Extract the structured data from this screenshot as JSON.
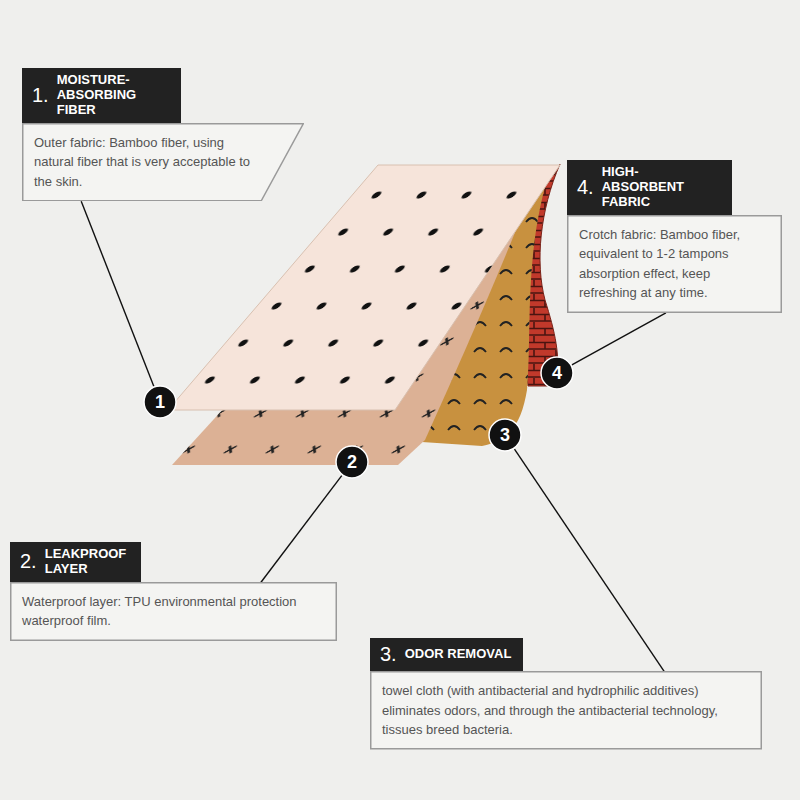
{
  "diagram": {
    "nodes": [
      {
        "text": [
          "1.",
          "MOISTURE- ABSORBING FIBER",
          "Outer fabric: Bamboo fiber, using natural fiber that is very acceptable to the skin."
        ]
      },
      {
        "text": [
          "4.",
          "HIGH-ABSORBENT FABRIC",
          "Crotch fabric: Bamboo fiber, equivalent to 1-2 tampons absorption effect, keep refreshing at any time."
        ]
      },
      {
        "text": [
          "1"
        ]
      },
      {
        "text": [
          "4"
        ]
      },
      {
        "text": [
          "2"
        ]
      },
      {
        "text": [
          "3"
        ]
      },
      {
        "text": [
          "2.",
          "LEAKPROOF LAYER",
          "Waterproof layer: TPU environmental protection waterproof film."
        ]
      },
      {
        "text": [
          "3.",
          "ODOR REMOVAL",
          "towel cloth (with antibacterial and hydrophilic additives) eliminates odors, and through the antibacterial technology, tissues breed bacteria."
        ]
      }
    ],
    "edges": [
      {
        "from": 0,
        "to": 2,
        "arrow": "none"
      },
      {
        "from": 1,
        "to": 3,
        "arrow": "none"
      },
      {
        "from": 6,
        "to": 4,
        "arrow": "none"
      },
      {
        "from": 7,
        "to": 5,
        "arrow": "none"
      }
    ]
  }
}
